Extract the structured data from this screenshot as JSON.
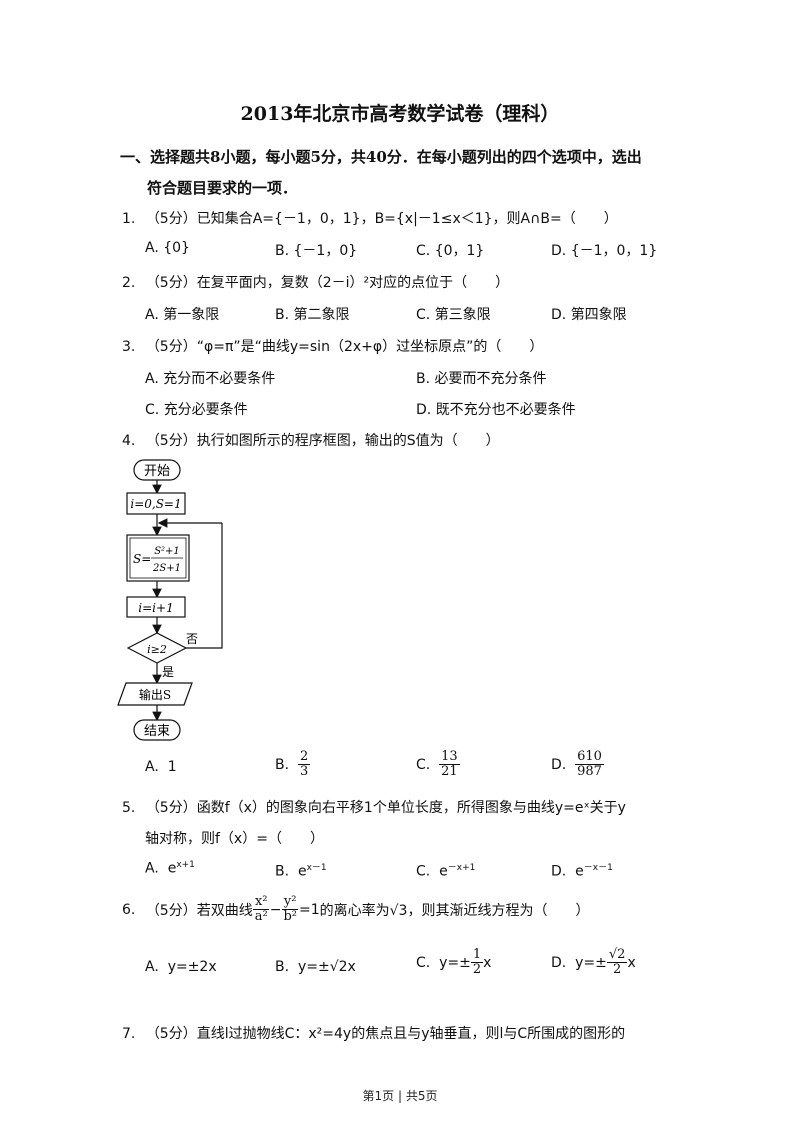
{
  "title": "2013年北京市高考数学试卷（理科）",
  "section": {
    "line1": "一、选择题共8小题，每小题5分，共40分．在每小题列出的四个选项中，选出",
    "line2": "符合题目要求的一项．"
  },
  "questions": [
    {
      "num": "1.",
      "text": "（5分）已知集合A={－1，0，1}，B={x|－1≤x＜1}，则A∩B=（　　）",
      "options": [
        {
          "letter": "A.",
          "text": "{0}"
        },
        {
          "letter": "B.",
          "text": "{－1，0}"
        },
        {
          "letter": "C.",
          "text": "{0，1}"
        },
        {
          "letter": "D.",
          "text": "{－1，0，1}"
        }
      ]
    },
    {
      "num": "2.",
      "text": "（5分）在复平面内，复数（2－i）²对应的点位于（　　）",
      "options": [
        {
          "letter": "A.",
          "text": "第一象限"
        },
        {
          "letter": "B.",
          "text": "第二象限"
        },
        {
          "letter": "C.",
          "text": "第三象限"
        },
        {
          "letter": "D.",
          "text": "第四象限"
        }
      ]
    },
    {
      "num": "3.",
      "text": "（5分）“φ=π”是“曲线y=sin（2x+φ）过坐标原点”的（　　）",
      "options": [
        {
          "letter": "A.",
          "text": "充分而不必要条件"
        },
        {
          "letter": "B.",
          "text": "必要而不充分条件"
        },
        {
          "letter": "C.",
          "text": "充分必要条件"
        },
        {
          "letter": "D.",
          "text": "既不充分也不必要条件"
        }
      ]
    },
    {
      "num": "4.",
      "text": "（5分）执行如图所示的程序框图，输出的S值为（　　）",
      "options": [
        {
          "letter": "A.",
          "text": "1"
        },
        {
          "letter": "B.",
          "num": "2",
          "den": "3"
        },
        {
          "letter": "C.",
          "num": "13",
          "den": "21"
        },
        {
          "letter": "D.",
          "num": "610",
          "den": "987"
        }
      ]
    },
    {
      "num": "5.",
      "text": "（5分）函数f（x）的图象向右平移1个单位长度，所得图象与曲线y=eˣ关于y",
      "text2": "轴对称，则f（x）=（　　）",
      "options": [
        {
          "letter": "A.",
          "base": "e",
          "exp": "x+1"
        },
        {
          "letter": "B.",
          "base": "e",
          "exp": "x－1"
        },
        {
          "letter": "C.",
          "base": "e",
          "exp": "－x+1"
        },
        {
          "letter": "D.",
          "base": "e",
          "exp": "－x－1"
        }
      ]
    },
    {
      "num": "6.",
      "text_pre": "（5分）若双曲线",
      "text_post": "的离心率为√3，则其渐近线方程为（　　）",
      "eq": {
        "n1": "x²",
        "d1": "a²",
        "op": "−",
        "n2": "y²",
        "d2": "b²",
        "rhs": "=1"
      },
      "options": [
        {
          "letter": "A.",
          "text": "y=±2x"
        },
        {
          "letter": "B.",
          "text": "y=±√2x"
        },
        {
          "letter": "C.",
          "pre": "y=±",
          "num": "1",
          "den": "2",
          "post": "x"
        },
        {
          "letter": "D.",
          "pre": "y=±",
          "num": "√2",
          "den": "2",
          "post": "x"
        }
      ]
    },
    {
      "num": "7.",
      "text": "（5分）直线l过抛物线C：x²=4y的焦点且与y轴垂直，则l与C所围成的图形的"
    }
  ],
  "flowchart": {
    "start": "开始",
    "init": "i=0,S=1",
    "assign_lhs": "S=",
    "assign_num": "S²+1",
    "assign_den": "2S+1",
    "increment": "i=i+1",
    "condition": "i≥2",
    "no": "否",
    "yes": "是",
    "output": "输出S",
    "end": "结束"
  },
  "footer": "第1页 | 共5页"
}
